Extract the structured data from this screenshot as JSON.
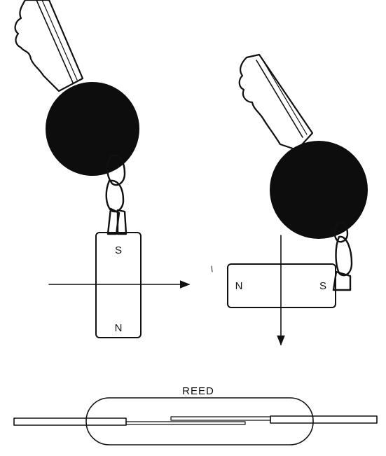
{
  "left_magnet": {
    "top_pole": "S",
    "bottom_pole": "N"
  },
  "right_magnet": {
    "left_pole": "N",
    "right_pole": "S"
  },
  "reed_switch": {
    "label": "REED"
  },
  "colors": {
    "ink": "#111111",
    "fob_fill": "#0d0d0d",
    "background": "#ffffff"
  },
  "icons": [
    "key-icon",
    "key-fob",
    "bar-magnet",
    "arrow",
    "reed-switch"
  ]
}
